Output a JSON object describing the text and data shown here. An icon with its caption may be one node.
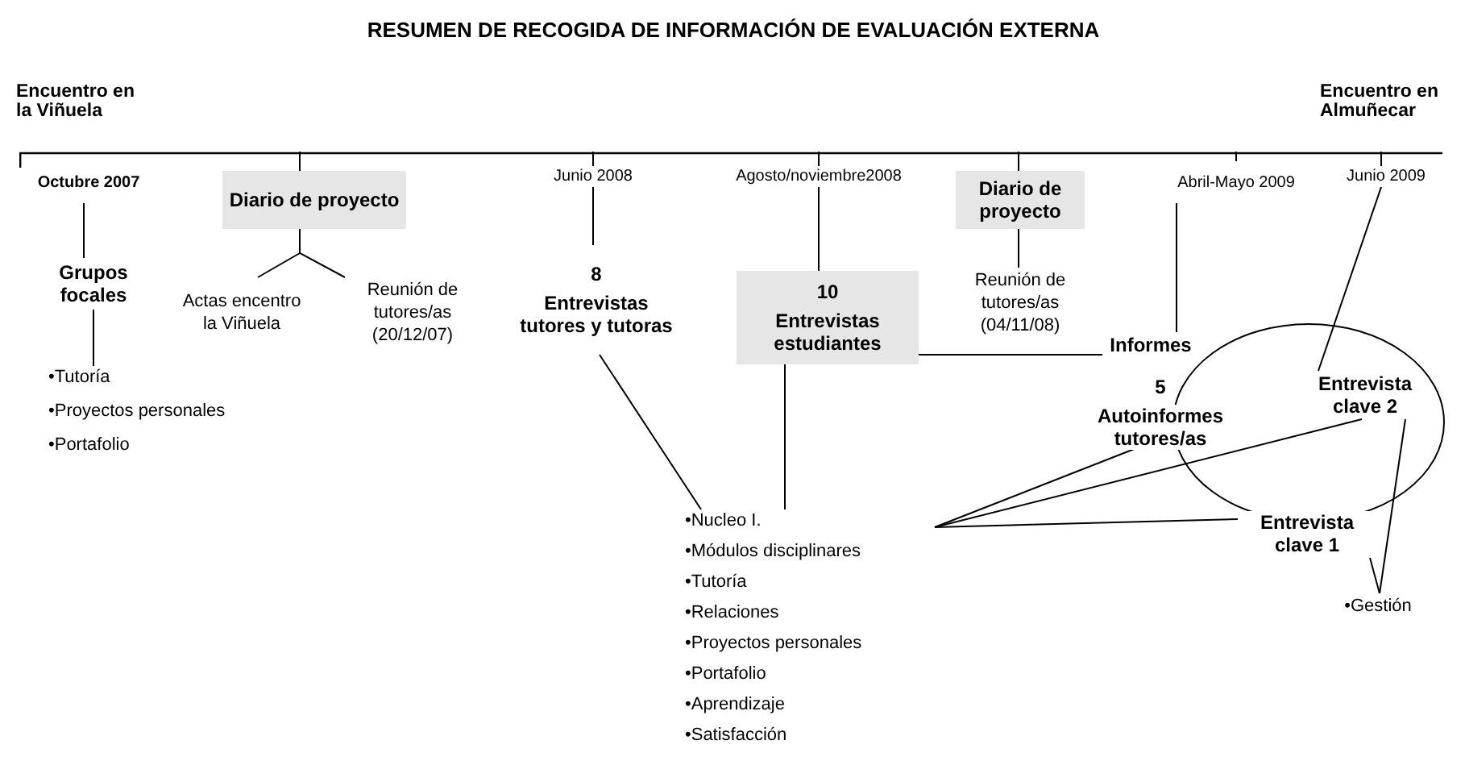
{
  "diagram": {
    "title": "RESUMEN DE RECOGIDA DE INFORMACIÓN DE EVALUACIÓN EXTERNA",
    "nodes": [
      {
        "text": [],
        "shape": "bar"
      },
      {
        "text": [
          "Octubre 2007"
        ]
      },
      {
        "text": [
          "Grupos focales"
        ]
      },
      {
        "text": [
          "•Tutoría",
          "•Proyectos personales",
          "•Portafolio"
        ]
      },
      {
        "text": [
          "Diario de proyecto"
        ]
      },
      {
        "text": [
          "Actas encentro la Viñuela"
        ]
      },
      {
        "text": [
          "Reunión de tutores/as (20/12/07)"
        ]
      },
      {
        "text": [
          "Junio 2008"
        ]
      },
      {
        "text": [
          "8",
          "Entrevistas tutores y tutoras"
        ]
      },
      {
        "text": [
          "Agosto/noviembre2008"
        ]
      },
      {
        "text": [
          "10",
          "Entrevistas estudiantes"
        ]
      },
      {
        "text": [
          "Diario de proyecto"
        ]
      },
      {
        "text": [
          "Reunión de tutores/as (04/11/08)"
        ]
      },
      {
        "text": [
          "Abril-Mayo 2009"
        ]
      },
      {
        "text": [
          "Informes"
        ]
      },
      {
        "text": [
          "Junio 2009"
        ]
      },
      {
        "text": [],
        "shape": "circle"
      },
      {
        "text": [
          "5",
          "Autoinformes tutores/as"
        ]
      },
      {
        "text": [
          "Entrevista clave 2"
        ],
        "in": 16
      },
      {
        "text": [
          "Entrevista clave 1"
        ]
      },
      {
        "text": [
          "•Nucleo I.",
          "•Módulos disciplinares",
          "•Tutoría",
          "•Relaciones",
          "•Proyectos personales",
          "•Portafolio",
          "•Aprendizaje",
          "•Satisfacción"
        ]
      },
      {
        "text": [
          "•Gestión"
        ]
      }
    ],
    "edges": [
      {
        "from": 1,
        "to": 2,
        "arrow": "none"
      },
      {
        "from": 2,
        "to": 3,
        "arrow": "none"
      },
      {
        "from": 0,
        "to": 4,
        "arrow": "none"
      },
      {
        "from": 4,
        "to": 5,
        "arrow": "none"
      },
      {
        "from": 4,
        "to": 6,
        "arrow": "none"
      },
      {
        "from": 0,
        "to": 7,
        "arrow": "none"
      },
      {
        "from": 7,
        "to": 8,
        "arrow": "none"
      },
      {
        "from": 8,
        "to": 20,
        "arrow": "none"
      },
      {
        "from": 0,
        "to": 9,
        "arrow": "none"
      },
      {
        "from": 9,
        "to": 10,
        "arrow": "none"
      },
      {
        "from": 10,
        "to": 20,
        "arrow": "none"
      },
      {
        "from": 10,
        "to": 14,
        "arrow": "none"
      },
      {
        "from": 0,
        "to": 11,
        "arrow": "none"
      },
      {
        "from": 11,
        "to": 12,
        "arrow": "none"
      },
      {
        "from": 0,
        "to": 13,
        "arrow": "none"
      },
      {
        "from": 13,
        "to": 14,
        "arrow": "none"
      },
      {
        "from": 0,
        "to": 15,
        "arrow": "none"
      },
      {
        "from": 15,
        "to": 18,
        "arrow": "none"
      },
      {
        "from": 17,
        "to": 20,
        "arrow": "none"
      },
      {
        "from": 18,
        "to": 20,
        "arrow": "none"
      },
      {
        "from": 19,
        "to": 20,
        "arrow": "none"
      },
      {
        "from": 18,
        "to": 21,
        "arrow": "none"
      },
      {
        "from": 19,
        "to": 21,
        "arrow": "none"
      }
    ],
    "labels": [
      "Encuentro en la Viñuela",
      "Encuentro en Almuñecar"
    ]
  }
}
